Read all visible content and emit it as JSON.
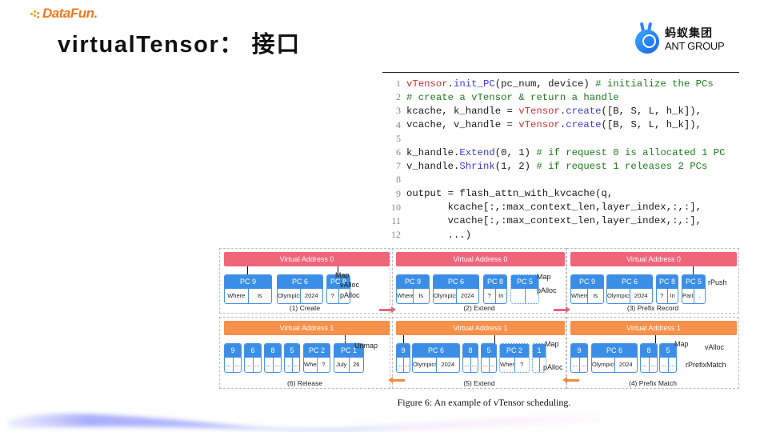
{
  "brand": {
    "name": "DataFun."
  },
  "header": {
    "title": "virtualTensor： 接口"
  },
  "partner_logo": {
    "cn": "蚂蚁集团",
    "en": "ANT GROUP"
  },
  "code": {
    "lines": [
      {
        "n": "1",
        "parts": [
          [
            "red",
            "vTensor"
          ],
          [
            "",
            "."
          ],
          [
            "blue",
            "init_PC"
          ],
          [
            "",
            "(pc_num, device) "
          ],
          [
            "green",
            "# initialize the PCs"
          ]
        ]
      },
      {
        "n": "2",
        "parts": [
          [
            "green",
            "# create a vTensor & return a handle"
          ]
        ]
      },
      {
        "n": "3",
        "parts": [
          [
            "",
            "kcache, k_handle = "
          ],
          [
            "red",
            "vTensor"
          ],
          [
            "",
            "."
          ],
          [
            "blue",
            "create"
          ],
          [
            "",
            "([B, S, L, h_k]),"
          ]
        ]
      },
      {
        "n": "4",
        "parts": [
          [
            "",
            "vcache, v_handle = "
          ],
          [
            "red",
            "vTensor"
          ],
          [
            "",
            "."
          ],
          [
            "blue",
            "create"
          ],
          [
            "",
            "([B, S, L, h_k]),"
          ]
        ]
      },
      {
        "n": "5",
        "parts": []
      },
      {
        "n": "6",
        "parts": [
          [
            "",
            "k_handle."
          ],
          [
            "blue",
            "Extend"
          ],
          [
            "",
            "(0, 1) "
          ],
          [
            "green",
            "# if request 0 is allocated 1 PC"
          ]
        ]
      },
      {
        "n": "7",
        "parts": [
          [
            "",
            "v_handle."
          ],
          [
            "blue",
            "Shrink"
          ],
          [
            "",
            "(1, 2) "
          ],
          [
            "green",
            "# if request 1 releases 2 PCs"
          ]
        ]
      },
      {
        "n": "8",
        "parts": []
      },
      {
        "n": "9",
        "parts": [
          [
            "",
            "output = flash_attn_with_kvcache(q,"
          ]
        ]
      },
      {
        "n": "10",
        "parts": [
          [
            "",
            "       kcache[:,:max_context_len,layer_index,:,:],"
          ]
        ]
      },
      {
        "n": "11",
        "parts": [
          [
            "",
            "       vcache[:,:max_context_len,layer_index,:,:],"
          ]
        ]
      },
      {
        "n": "12",
        "parts": [
          [
            "",
            "       ...)"
          ]
        ]
      }
    ]
  },
  "figure": {
    "caption": "Figure 6: An example of vTensor scheduling.",
    "panels": [
      {
        "id": "create",
        "caption": "(1) Create",
        "va": "Virtual Address 0",
        "pcs": [
          {
            "head": "PC 9",
            "cells": [
              "Where",
              "Is"
            ]
          },
          {
            "head": "PC 6",
            "cells": [
              "Olympics",
              "2024"
            ]
          },
          {
            "head": "PC 8",
            "cells": [
              "?",
              ""
            ]
          }
        ],
        "labels": [
          "Map",
          "vAlloc",
          "pAlloc"
        ]
      },
      {
        "id": "extend-top",
        "caption": "(2) Extend",
        "va": "Virtual Address 0",
        "pcs": [
          {
            "head": "PC 9",
            "cells": [
              "Where",
              "Is"
            ]
          },
          {
            "head": "PC 6",
            "cells": [
              "Olympics",
              "2024"
            ]
          },
          {
            "head": "PC 8",
            "cells": [
              "?",
              "In"
            ]
          },
          {
            "head": "PC 5",
            "cells": [
              "",
              ""
            ]
          }
        ],
        "labels": [
          "Map",
          "pAlloc"
        ]
      },
      {
        "id": "prefix-record",
        "caption": "(3) Prefix Record",
        "va": "Virtual Address 0",
        "pcs": [
          {
            "head": "PC 9",
            "cells": [
              "Where",
              "Is"
            ]
          },
          {
            "head": "PC 6",
            "cells": [
              "Olympics",
              "2024"
            ]
          },
          {
            "head": "PC 8",
            "cells": [
              "?",
              "In"
            ]
          },
          {
            "head": "PC 5",
            "cells": [
              "Paris",
              "."
            ]
          }
        ],
        "labels": [
          "rPush"
        ]
      },
      {
        "id": "release",
        "caption": "(6) Release",
        "va": "Virtual Address 1",
        "pcs": [
          {
            "head": "9",
            "cells": [
              "...",
              "..."
            ]
          },
          {
            "head": "6",
            "cells": [
              "...",
              "..."
            ]
          },
          {
            "head": "8",
            "cells": [
              "...",
              "..."
            ]
          },
          {
            "head": "5",
            "cells": [
              "...",
              "..."
            ]
          },
          {
            "head": "PC 2",
            "cells": [
              "When",
              "?"
            ]
          },
          {
            "head": "PC 1",
            "cells": [
              "July",
              "26"
            ]
          }
        ],
        "labels": [
          "Unmap"
        ]
      },
      {
        "id": "extend-bottom",
        "caption": "(5) Extend",
        "va": "Virtual Address 1",
        "pcs": [
          {
            "head": "9",
            "cells": [
              "...",
              "..."
            ]
          },
          {
            "head": "PC 6",
            "cells": [
              "Olympics",
              "2024"
            ]
          },
          {
            "head": "8",
            "cells": [
              "...",
              "..."
            ]
          },
          {
            "head": "5",
            "cells": [
              "...",
              "..."
            ]
          },
          {
            "head": "PC 2",
            "cells": [
              "When",
              "?"
            ]
          },
          {
            "head": "1",
            "cells": [
              "",
              ""
            ]
          }
        ],
        "labels": [
          "Map",
          "pAlloc"
        ]
      },
      {
        "id": "prefix-match",
        "caption": "(4) Prefix Match",
        "va": "Virtual Address 1",
        "pcs": [
          {
            "head": "9",
            "cells": [
              "...",
              "..."
            ]
          },
          {
            "head": "PC 6",
            "cells": [
              "Olympics",
              "2024"
            ]
          },
          {
            "head": "8",
            "cells": [
              "...",
              "..."
            ]
          },
          {
            "head": "5",
            "cells": [
              "...",
              "..."
            ]
          }
        ],
        "labels": [
          "Map",
          "vAlloc",
          "rPrefixMatch"
        ]
      }
    ]
  },
  "colors": {
    "va_top": "#f0657a",
    "va_bottom": "#f7904a",
    "pc_blue": "#3a8ee6",
    "brand_orange": "#f07a1e"
  }
}
